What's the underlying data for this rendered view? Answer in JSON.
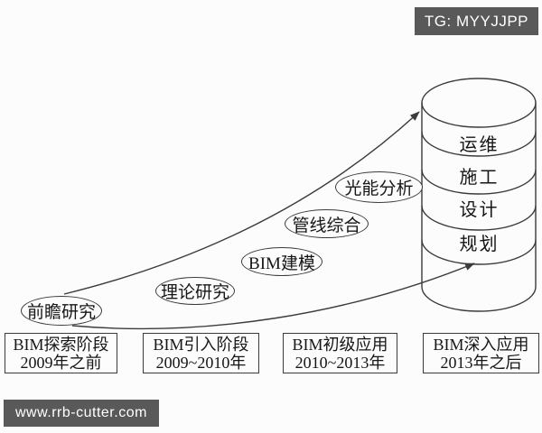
{
  "badge": {
    "label": "TG: MYYJJPP"
  },
  "watermark": {
    "label": "www.rrb-cutter.com"
  },
  "diagram": {
    "bubbles": [
      {
        "label": "前瞻研究"
      },
      {
        "label": "理论研究"
      },
      {
        "label": "BIM建模"
      },
      {
        "label": "管线综合"
      },
      {
        "label": "光能分析"
      }
    ],
    "cylinder_layers": [
      {
        "label": "运维"
      },
      {
        "label": "施工"
      },
      {
        "label": "设计"
      },
      {
        "label": "规划"
      }
    ],
    "stages": [
      {
        "name": "BIM探索阶段",
        "period": "2009年之前"
      },
      {
        "name": "BIM引入阶段",
        "period": "2009~2010年"
      },
      {
        "name": "BIM初级应用",
        "period": "2010~2013年"
      },
      {
        "name": "BIM深入应用",
        "period": "2013年之后"
      }
    ]
  },
  "colors": {
    "line": "#3b3b3b",
    "text": "#161616",
    "badge_bg": "#595959",
    "badge_text": "#ffffff",
    "background": "#fcfcfc"
  }
}
